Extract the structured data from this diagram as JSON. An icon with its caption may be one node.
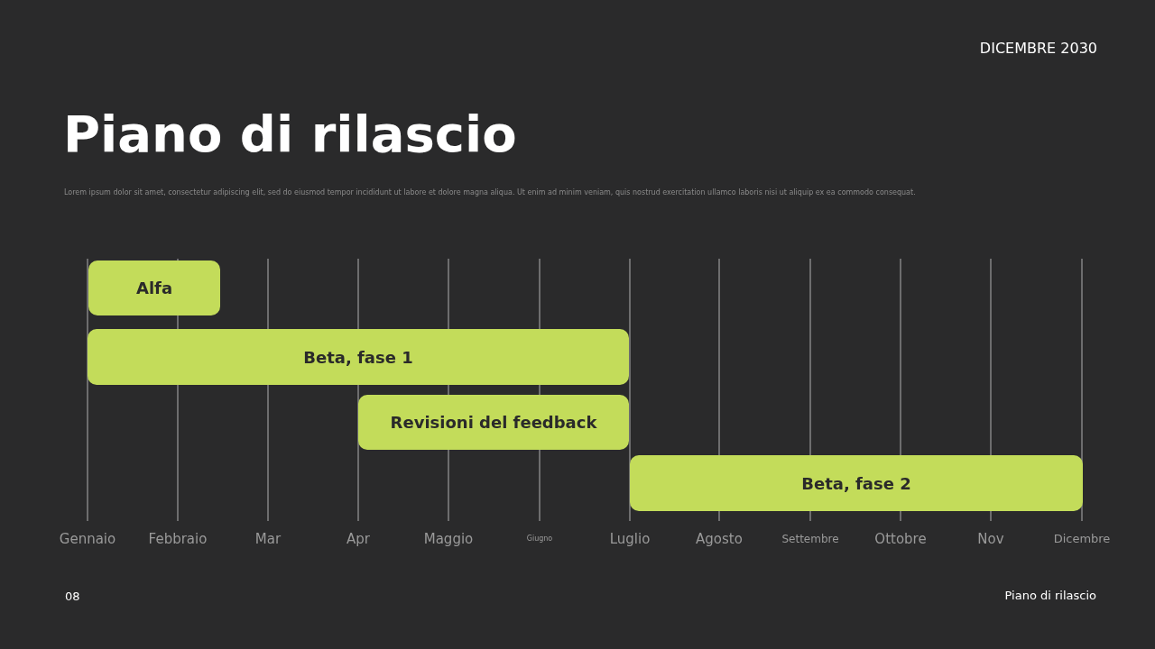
{
  "diagram": {
    "title": "Piano di rilascio",
    "nodes": [
      {
        "text": [
          "Alfa"
        ]
      },
      {
        "text": [
          "Beta, fase 1"
        ]
      },
      {
        "text": [
          "Revisioni del feedback"
        ]
      },
      {
        "text": [
          "Beta, fase 2"
        ]
      }
    ],
    "labels": [
      "DICEMBRE 2030",
      "Lorem ipsum dolor sit amet, consectetur adipiscing elit, sed do eiusmod tempor incididunt ut labore et dolore magna aliqua. Ut enim ad minim veniam, quis nostrud exercitation ullamco laboris nisi ut aliquip ex ea commodo consequat.",
      "Gennaio",
      "Febbraio",
      "Mar",
      "Apr",
      "Maggio",
      "Giugno",
      "Luglio",
      "Agosto",
      "Settembre",
      "Ottobre",
      "Nov",
      "Dicembre",
      "08",
      "Piano di rilascio"
    ]
  }
}
